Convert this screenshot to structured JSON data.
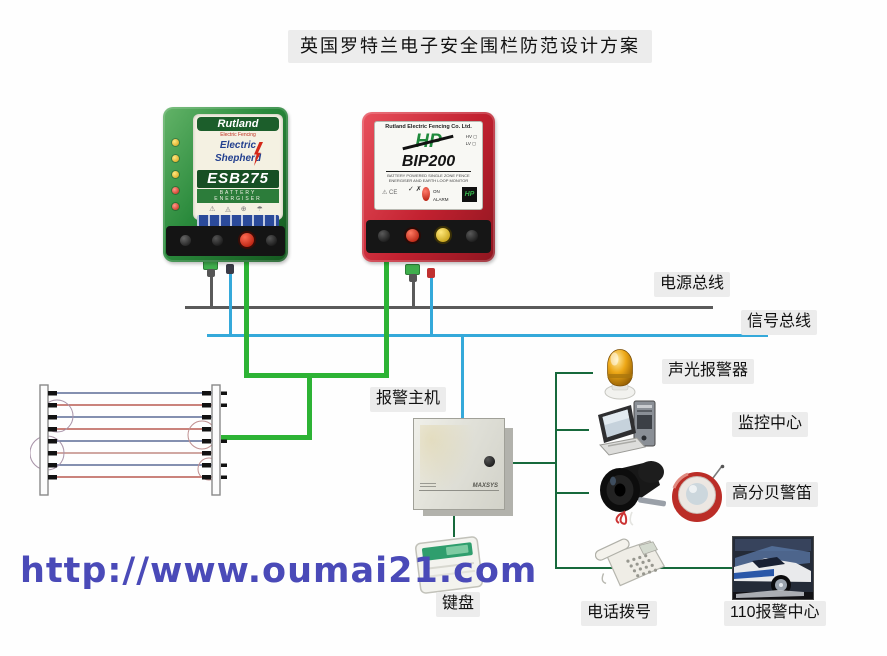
{
  "title": "英国罗特兰电子安全围栏防范设计方案",
  "watermark": "http://www.oumai21.com",
  "buses": {
    "power": {
      "label": "电源总线"
    },
    "signal": {
      "label": "信号总线"
    }
  },
  "energizer_green": {
    "brand": "Rutland",
    "tagline": "Electric Fencing",
    "logo_line1": "Electric",
    "logo_line2": "Shepherd",
    "model": "ESB275",
    "model_sub": "BATTERY ENERGISER"
  },
  "energizer_red": {
    "company": "Rutland Electric Fencing Co. Ltd.",
    "logo": "HP",
    "hv": "HV",
    "lv": "LV",
    "model": "BIP200",
    "desc_line1": "BATTERY POWERED SINGLE ZONE FENCE",
    "desc_line2": "ENERGISER AND EARTH LOOP MONITOR",
    "marks": "✓ ✗",
    "on_label": "ON",
    "alarm_label": "ALARM",
    "certs": "⚠ CE"
  },
  "alarm_host": {
    "label": "报警主机",
    "brand": "MAXSYS"
  },
  "keypad": {
    "label": "键盘"
  },
  "beacon": {
    "label": "声光报警器"
  },
  "monitor_center": {
    "label": "监控中心"
  },
  "siren": {
    "label": "高分贝警笛"
  },
  "phone": {
    "label": "电话拨号"
  },
  "police": {
    "label": "110报警中心"
  },
  "colors": {
    "power_bus": "#5a5a5a",
    "signal_bus": "#35a9da",
    "energizer_wire": "#2db335",
    "device_link": "#17693c"
  }
}
